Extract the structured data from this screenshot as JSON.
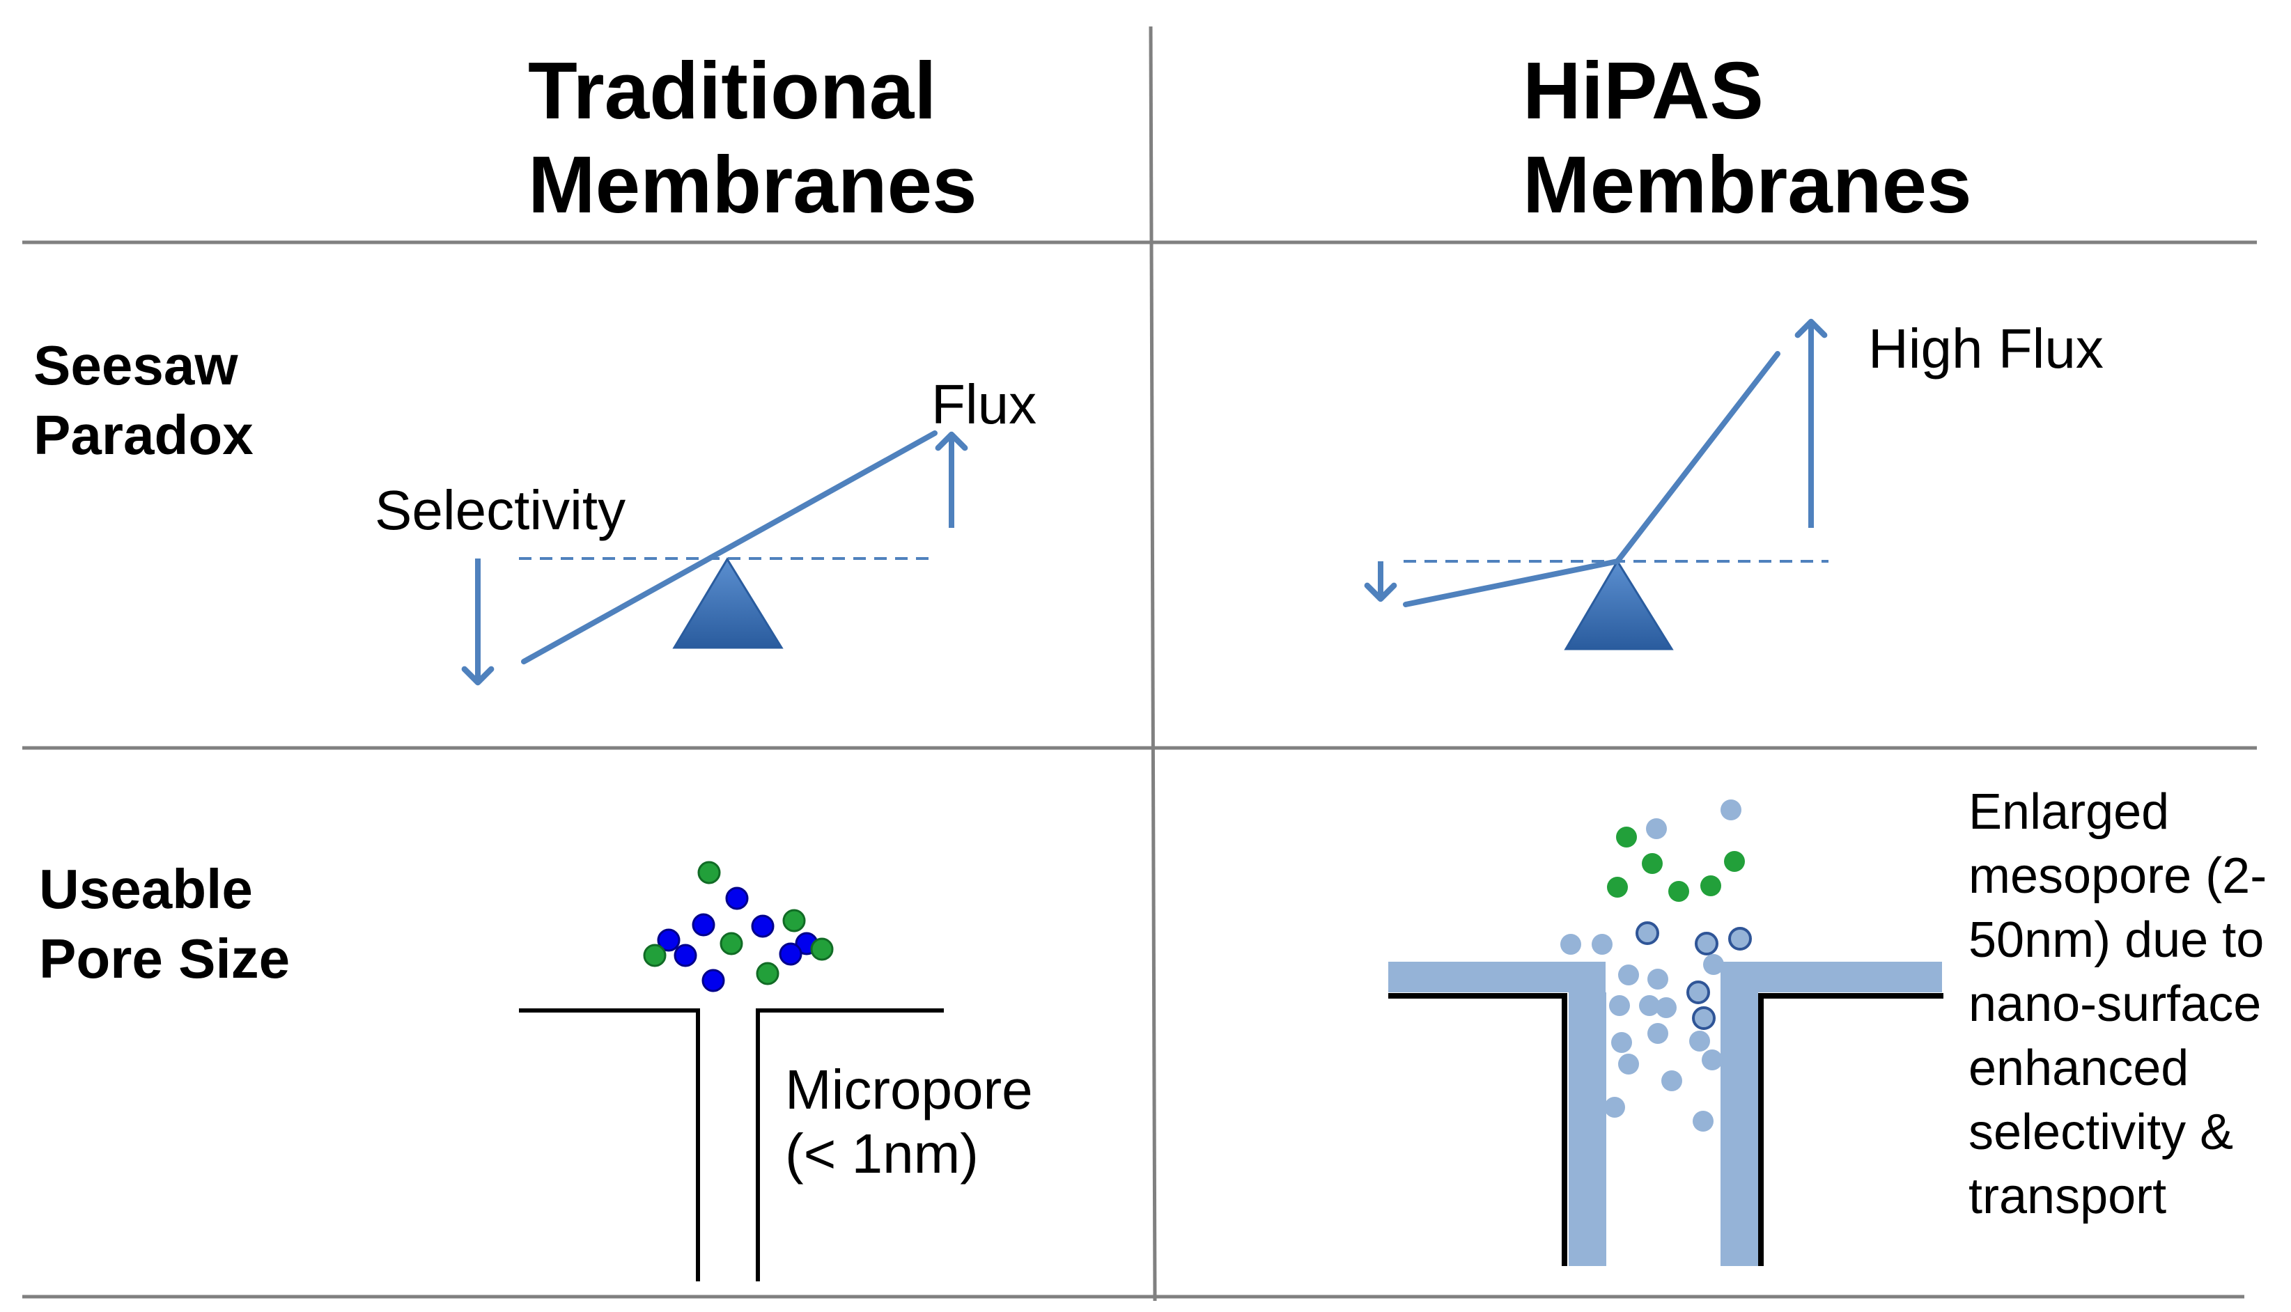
{
  "columns": {
    "traditional": {
      "line1": "Traditional",
      "line2": "Membranes"
    },
    "hipas": {
      "line1": "HiPAS",
      "line2": "Membranes"
    }
  },
  "rows": {
    "seesaw": {
      "line1": "Seesaw",
      "line2": "Paradox"
    },
    "pore": {
      "line1": "Useable",
      "line2": "Pore Size"
    }
  },
  "seesaw": {
    "traditional": {
      "selectivity_label": "Selectivity",
      "flux_label": "Flux"
    },
    "hipas": {
      "flux_label": "High Flux"
    }
  },
  "pore": {
    "traditional": {
      "label_line1": "Micropore",
      "label_line2": "(< 1nm)"
    },
    "hipas": {
      "description_lines": [
        "Enlarged",
        "mesopore (2-",
        "50nm) due to",
        "nano-surface",
        "enhanced",
        "selectivity &",
        "transport"
      ]
    }
  },
  "colors": {
    "arrow": "#4f81bd",
    "fulcrum": "#2f63a7",
    "grid_line": "#808080",
    "pore_wall": "#95b3d7",
    "dark_blue_particle": "#0000ee",
    "green_particle": "#22a03a",
    "light_blue_particle": "#95b3d7"
  }
}
